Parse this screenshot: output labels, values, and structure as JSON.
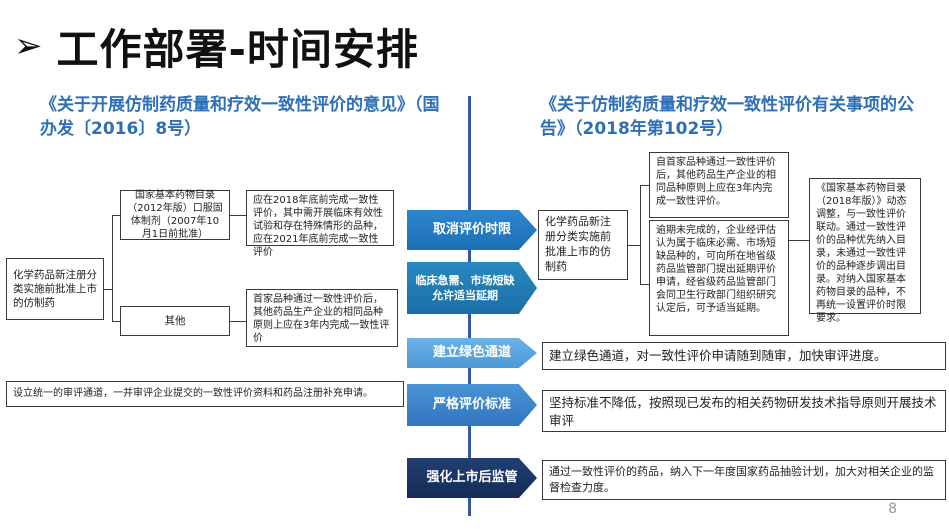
{
  "header": {
    "arrow": "➢",
    "title": "工作部署-时间安排"
  },
  "left_doc_title": "《关于开展仿制药质量和疗效一致性评价的意见》（国办发〔2016〕8号）",
  "right_doc_title": "《关于仿制药质量和疗效一致性评价有关事项的公告》（2018年第102号）",
  "left": {
    "root": "化学药品新注册分类实施前批准上市的仿制药",
    "catalog": "国家基本药物目录（2012年版）口服固体制剂（2007年10月1日前批准）",
    "catalog_rule": "应在2018年底前完成一致性评价，其中需开展临床有效性试验和存在特殊情形的品种，应在2021年底前完成一致性评价",
    "other": "其他",
    "other_rule": "首家品种通过一致性评价后，其他药品生产企业的相同品种原则上应在3年内完成一致性评价",
    "unified_channel": "设立统一的审评通道，一并审评企业提交的一致性评价资料和药品注册补充申请。"
  },
  "measures": [
    {
      "label": "取消评价时限"
    },
    {
      "label": "临床急需、市场短缺允许适当延期"
    },
    {
      "label": "建立绿色通道"
    },
    {
      "label": "严格评价标准"
    },
    {
      "label": "强化上市后监管"
    }
  ],
  "right": {
    "pre_registration": "化学药品新注册分类实施前批准上市的仿制药",
    "rule_top": "自首家品种通过一致性评价后，其他药品生产企业的相同品种原则上应在3年内完成一致性评价。",
    "rule_extension": "逾期未完成的，企业经评估认为属于临床必需、市场短缺品种的，可向所在地省级药品监管部门提出延期评价申请，经省级药品监管部门会同卫生行政部门组织研究认定后，可予适当延期。",
    "catalog_2018": "《国家基本药物目录（2018年版）》动态调整，与一致性评价联动。通过一致性评价的品种优先纳入目录，未通过一致性评价的品种逐步调出目录。对纳入国家基本药物目录的品种，不再统一设置评价时限要求。",
    "green_channel": "建立绿色通道，对一致性评价申请随到随审，加快审评进度。",
    "strict_standard": "坚持标准不降低，按照现已发布的相关药物研发技术指导原则开展技术审评",
    "post_market": "通过一致性评价的药品，纳入下一年度国家药品抽验计划，加大对相关企业的监督检查力度。"
  },
  "page_number": "8"
}
